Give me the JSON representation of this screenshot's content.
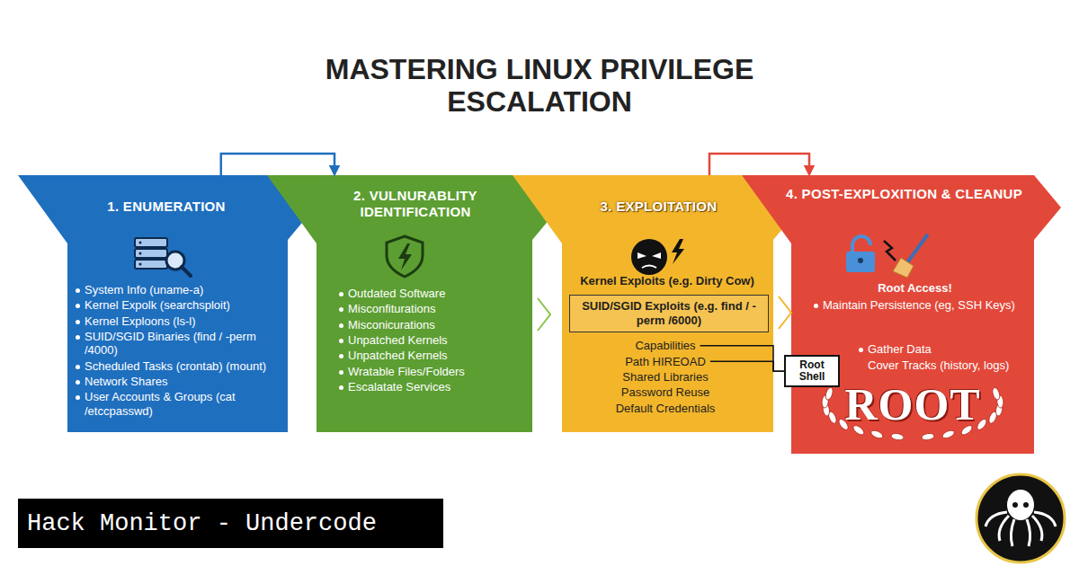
{
  "diagram": {
    "title": "MASTERING LINUX PRIVILEGE ESCALATION",
    "nodes": [
      {
        "text": [
          "1. ENUMERATION",
          "System Info (uname-a)",
          "Kernel Expolk (searchsploit)",
          "Kernel Exploons (ls-l)",
          "SUID/SGID Binaries (find / -perm /4000)",
          "Scheduled Tasks (crontab) (mount)",
          "Network Shares",
          "User Accounts & Groups (cat /etccpasswd)"
        ]
      },
      {
        "text": [
          "2. VULNURABLITY IDENTIFICATION",
          "Outdated Software",
          "Misconfiturations",
          "Misconicurations",
          "Unpatched Kernels",
          "Unpatched Kernels",
          "Wratable Files/Folders",
          "Escalatate Services"
        ]
      },
      {
        "text": [
          "3. EXPLOITATION",
          "Kernel Exploits (e.g. Dirty Cow)",
          "Capabilities",
          "Path HIREOAD",
          "Shared Libraries",
          "Password Reuse",
          "Default Credentials"
        ]
      },
      {
        "text": [
          "SUID/SGID Exploits (e.g. find / -perm /6000)"
        ],
        "in": 2
      },
      {
        "text": [
          "Root Shell"
        ]
      },
      {
        "text": [
          "4. POST-EXPLOXITION & CLEANUP",
          "Root Access!",
          "Maintain Persistence (eg, SSH Keys)",
          "Gather Data",
          "Cover Tracks (history, logs)",
          "ROOT"
        ]
      }
    ],
    "edges": [
      {
        "from": 0,
        "to": 1,
        "arrow": "to"
      },
      {
        "from": 2,
        "to": 5,
        "arrow": "to"
      }
    ],
    "labels": [
      "Hack Monitor - Undercode"
    ]
  }
}
